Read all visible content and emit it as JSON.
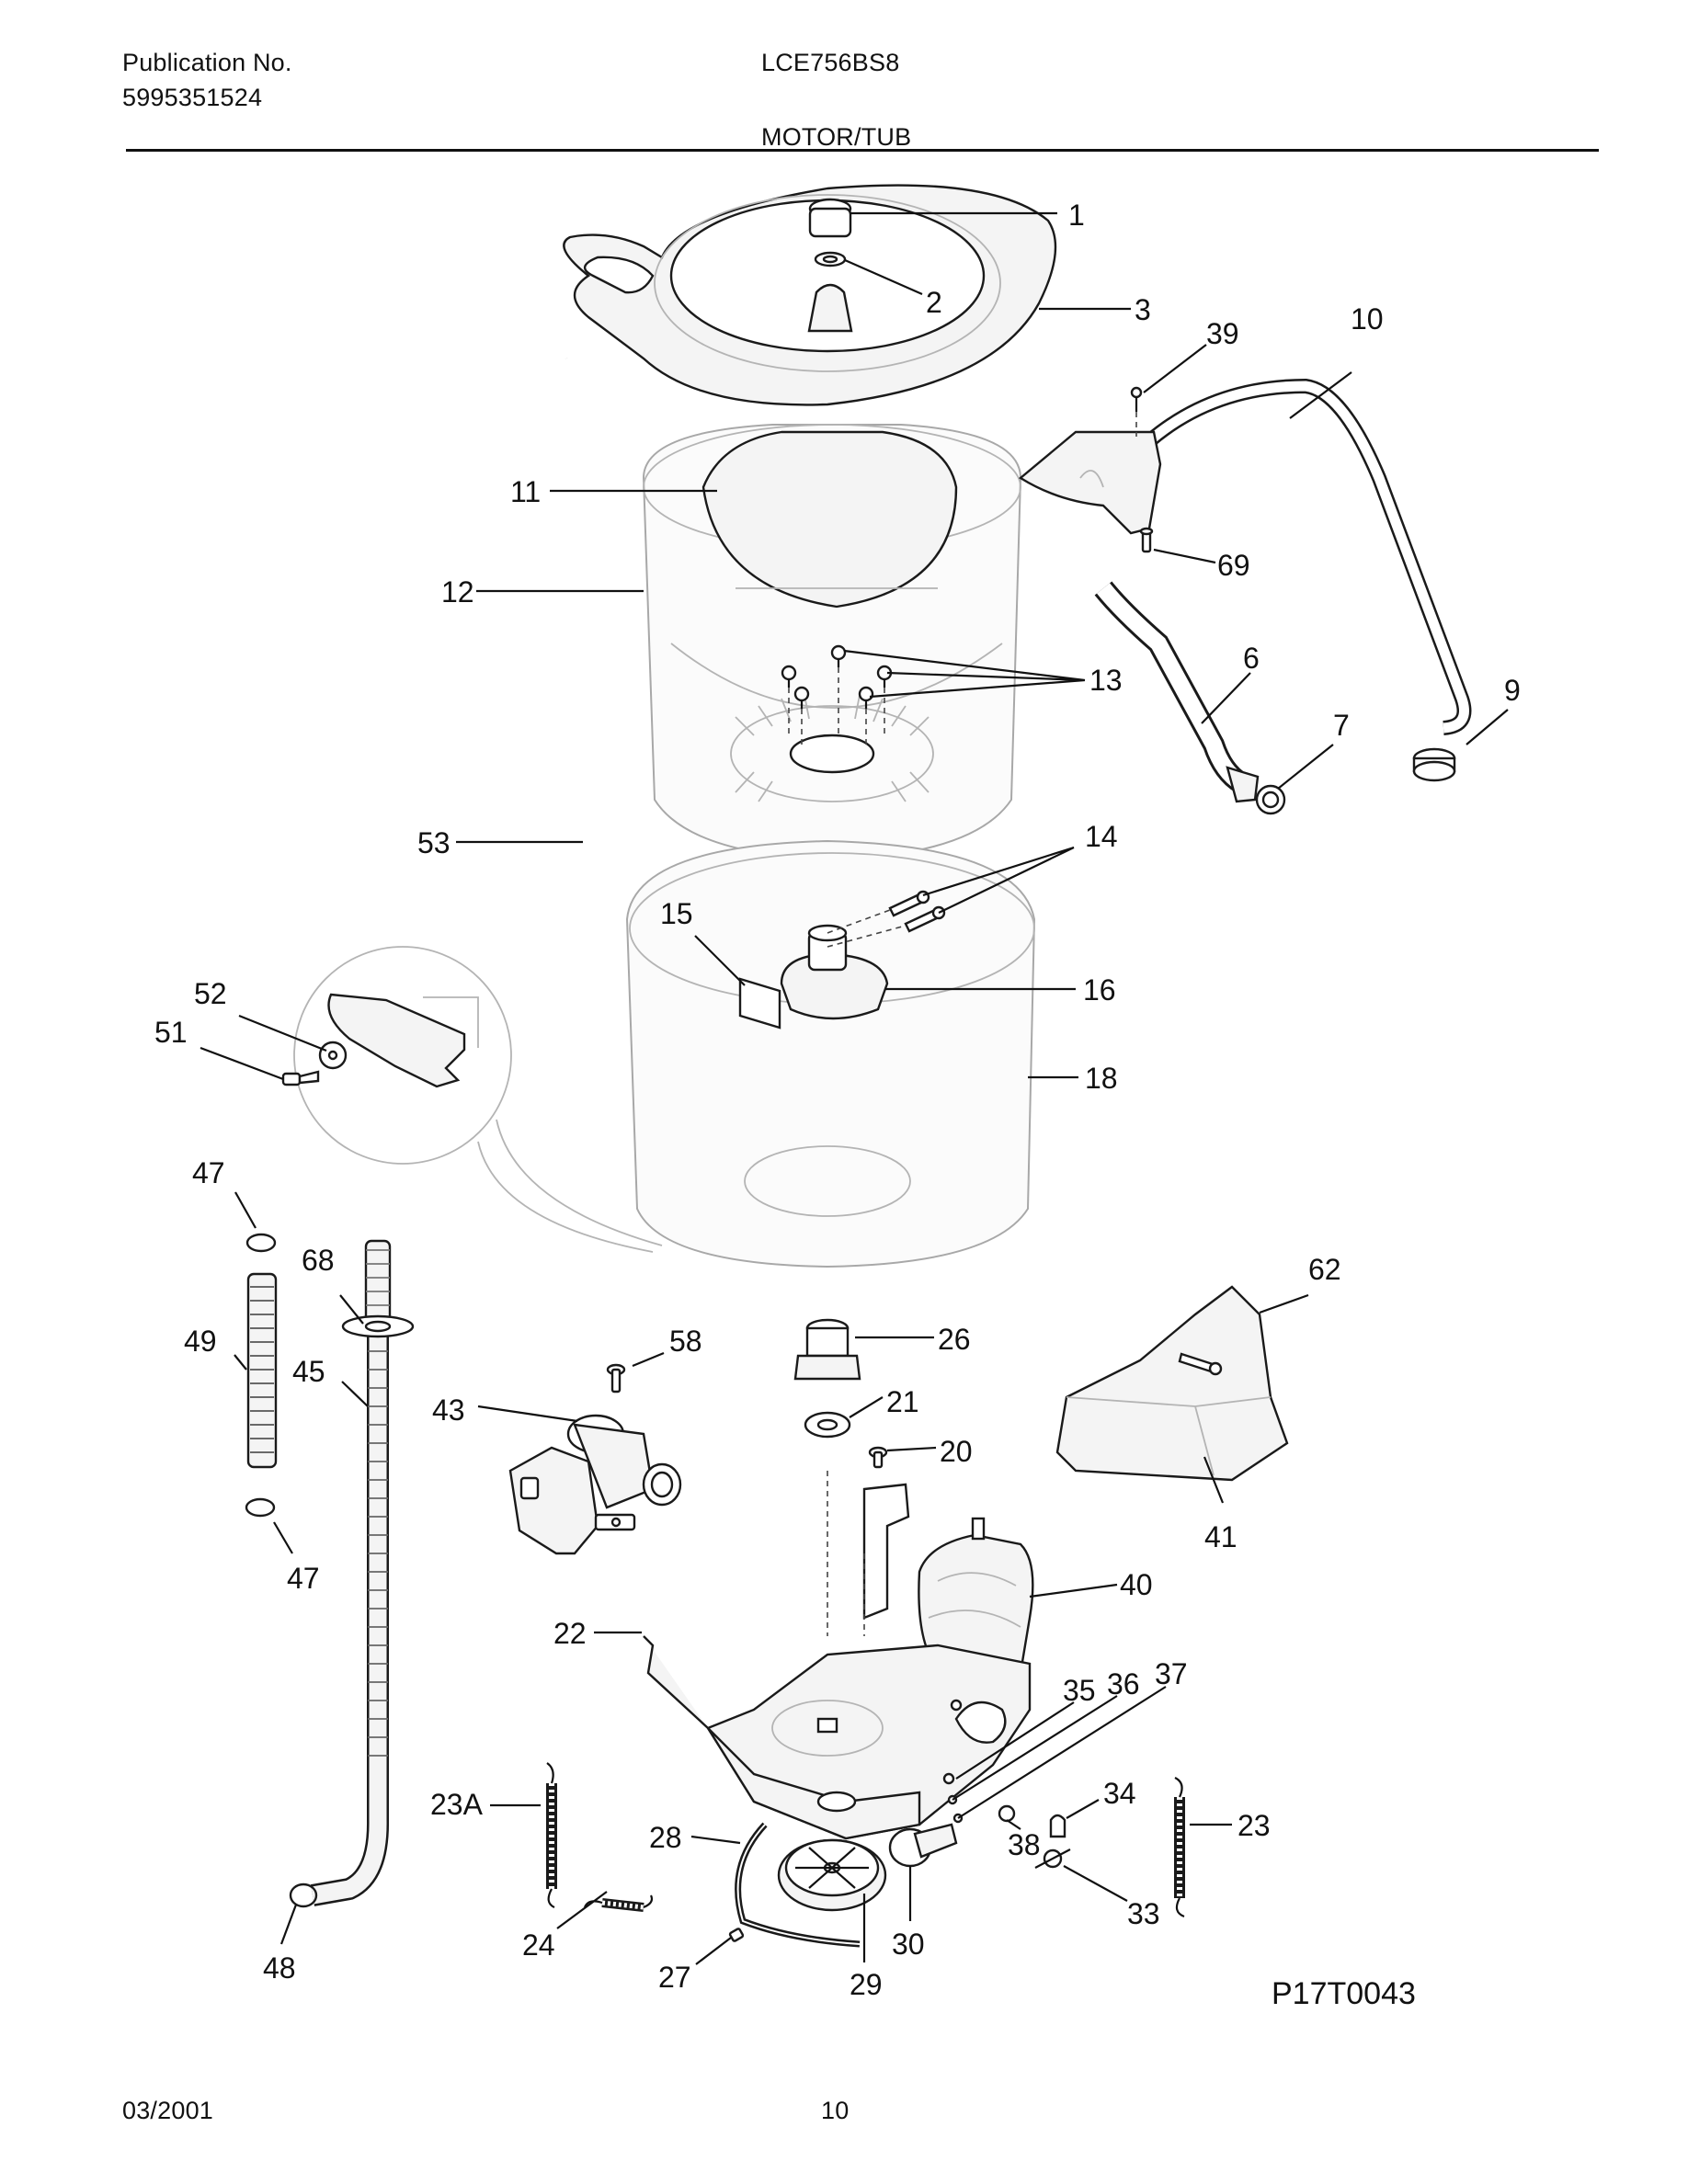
{
  "header": {
    "publication_label": "Publication No.",
    "publication_number": "5995351524",
    "model": "LCE756BS8",
    "section_title": "MOTOR/TUB"
  },
  "diagram": {
    "drawing_code": "P17T0043",
    "callouts": [
      "1",
      "2",
      "3",
      "39",
      "10",
      "11",
      "69",
      "12",
      "13",
      "6",
      "9",
      "7",
      "53",
      "14",
      "15",
      "16",
      "52",
      "51",
      "18",
      "47",
      "68",
      "62",
      "49",
      "58",
      "26",
      "45",
      "43",
      "21",
      "20",
      "41",
      "47",
      "40",
      "22",
      "35",
      "36",
      "37",
      "34",
      "23A",
      "38",
      "23",
      "28",
      "33",
      "30",
      "24",
      "48",
      "27",
      "29"
    ]
  },
  "footer": {
    "date": "03/2001",
    "page_number": "10"
  }
}
